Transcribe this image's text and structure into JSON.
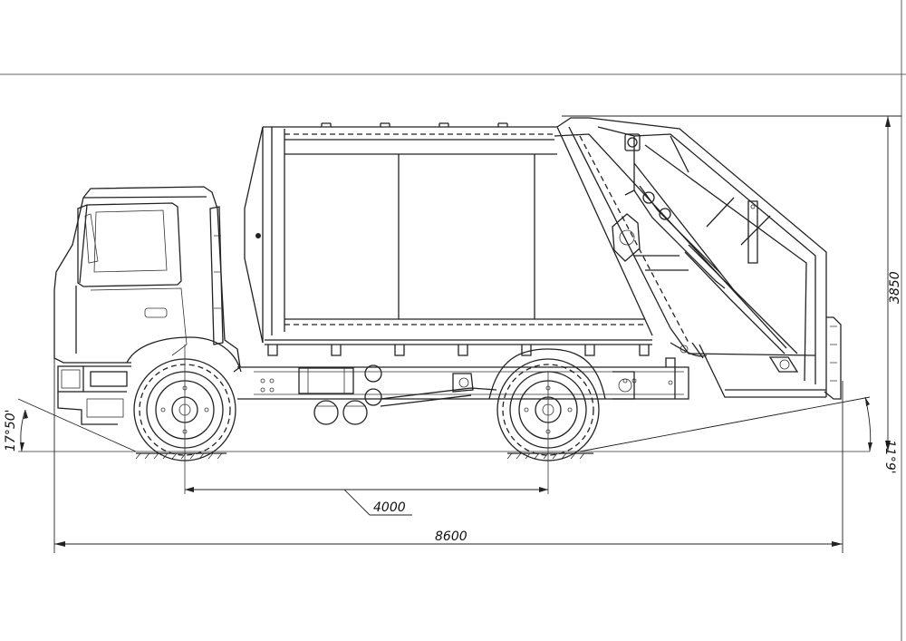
{
  "dimensions": {
    "wheelbase": "4000",
    "overall_length": "8600",
    "overall_height": "3850",
    "front_approach_angle": "17°50'",
    "rear_departure_angle": "11°9'"
  }
}
